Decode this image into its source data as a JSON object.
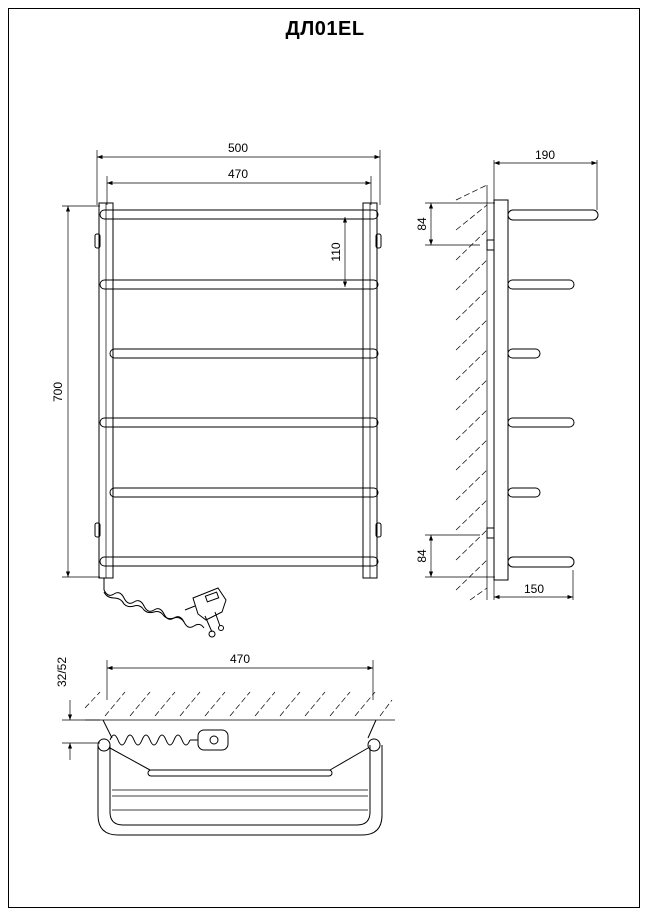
{
  "title": "ДЛ01EL",
  "front_view": {
    "width_overall": "500",
    "width_inner": "470",
    "height": "700",
    "rung_spacing": "110"
  },
  "side_view": {
    "depth_top": "190",
    "depth_bottom": "150",
    "mount_top": "84",
    "mount_bottom": "84"
  },
  "top_view": {
    "width": "470",
    "wall_offset": "32/52"
  }
}
